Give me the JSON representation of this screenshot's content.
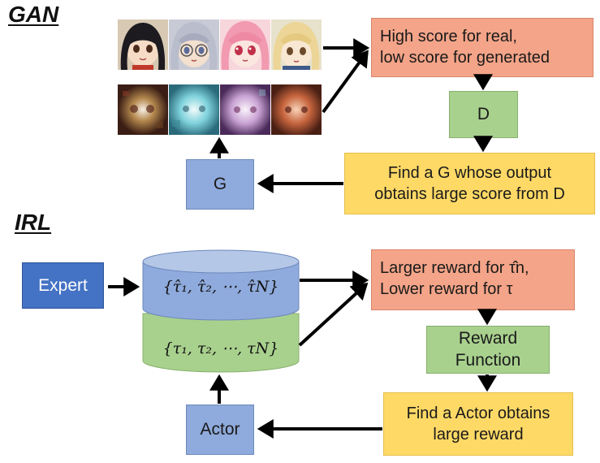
{
  "gan": {
    "title": "GAN",
    "high_score_line1": "High score for real,",
    "high_score_line2": "low score for generated",
    "d_label": "D",
    "find_g_line1": "Find a G whose output",
    "find_g_line2": "obtains large score from D",
    "g_label": "G"
  },
  "irl": {
    "title": "IRL",
    "expert_label": "Expert",
    "expert_set": "{τ̂₁, τ̂₂, ⋯, τ̂N}",
    "actor_set": "{τ₁, τ₂, ⋯, τN}",
    "larger_reward_line1": "Larger reward for τ̂n,",
    "larger_reward_line2": "Lower reward for τ",
    "reward_line1": "Reward",
    "reward_line2": "Function",
    "find_actor_line1": "Find a Actor obtains",
    "find_actor_line2": "large reward",
    "actor_label": "Actor"
  },
  "colors": {
    "salmon": "#f4a488",
    "green": "#a9d18e",
    "yellow": "#ffd966",
    "blue": "#8faadc",
    "expert_blue": "#4472c4",
    "cylinder_top_blue": "#b4c7e7",
    "cylinder_green": "#a9d18e"
  }
}
